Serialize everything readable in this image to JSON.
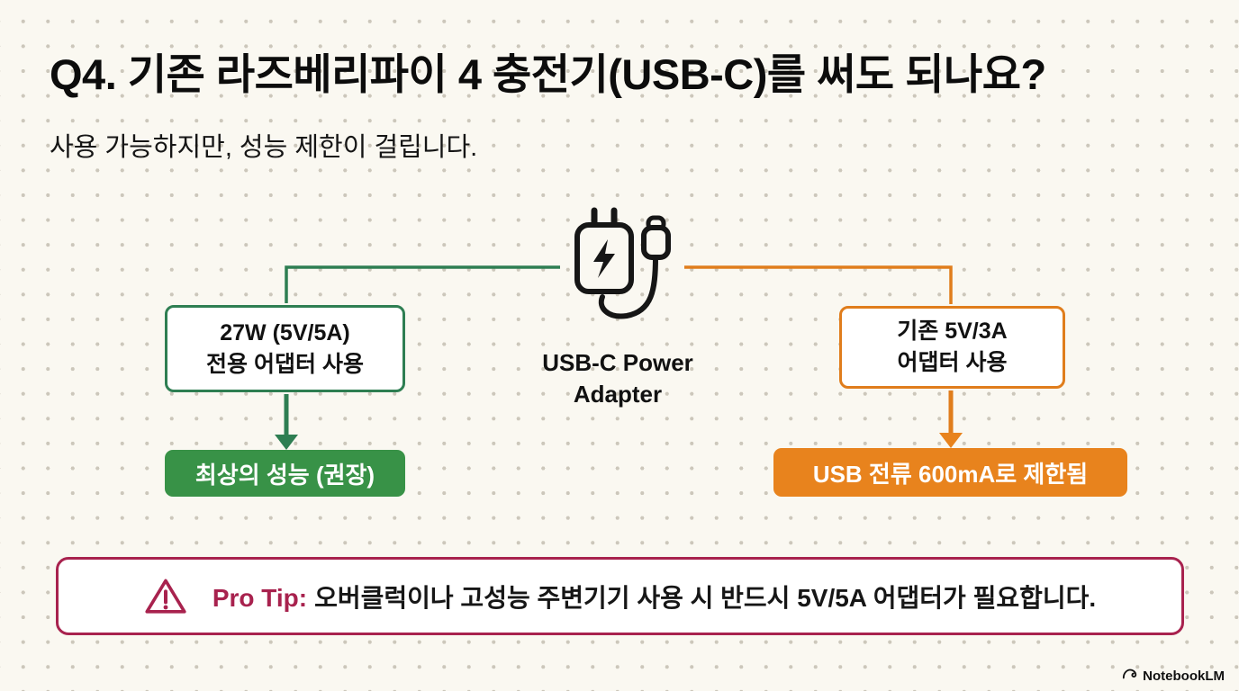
{
  "page": {
    "title": "Q4. 기존 라즈베리파이 4 충전기(USB-C)를 써도 되나요?",
    "subtitle": "사용 가능하지만, 성능 제한이 걸립니다."
  },
  "diagram": {
    "adapter_label_line1": "USB-C Power",
    "adapter_label_line2": "Adapter",
    "left_branch": {
      "option_line1": "27W (5V/5A)",
      "option_line2": "전용 어댑터 사용",
      "result": "최상의 성능 (권장)"
    },
    "right_branch": {
      "option_line1": "기존 5V/3A",
      "option_line2": "어댑터 사용",
      "result": "USB 전류 600mA로 제한됨"
    }
  },
  "pro_tip": {
    "label": "Pro Tip:",
    "text": "오버클럭이나 고성능 주변기기 사용 시 반드시 5V/5A 어댑터가 필요합니다."
  },
  "footer": {
    "brand": "NotebookLM"
  },
  "icons": {
    "adapter": "usb-c-power-adapter-icon",
    "warning": "warning-triangle-icon",
    "brand": "notebooklm-logo-icon"
  },
  "colors": {
    "background": "#faf8f1",
    "green_stroke": "#2e7e52",
    "green_fill": "#389247",
    "orange_stroke": "#e07d1c",
    "orange_fill": "#e8831d",
    "crimson_accent": "#a8224e"
  }
}
